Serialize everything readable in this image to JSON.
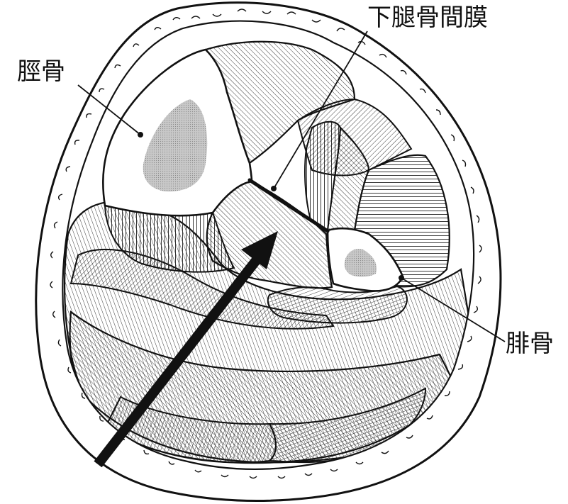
{
  "labels": {
    "tibia": "脛骨",
    "interosseous_membrane": "下腿骨間膜",
    "fibula": "腓骨"
  },
  "colors": {
    "line": "#111111",
    "fill": "#ffffff",
    "marrow": "#bdbdbd",
    "hatch": "#222222"
  }
}
